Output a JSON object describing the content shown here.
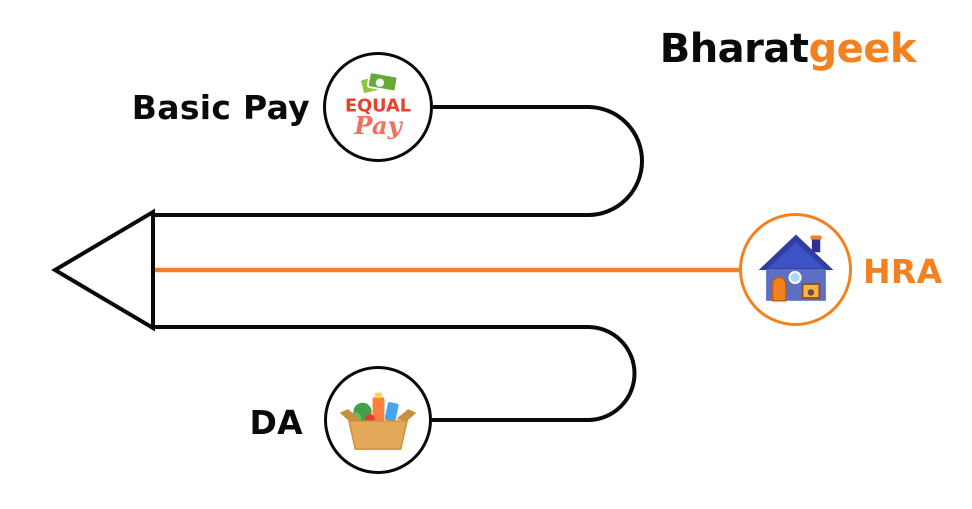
{
  "brand": {
    "text_primary": "Bharat",
    "text_accent": "geek"
  },
  "colors": {
    "accent_orange": "#F4811F",
    "line_black": "#0A0A0A",
    "background": "#FFFFFF"
  },
  "diagram": {
    "labels": {
      "basic_pay": "Basic Pay",
      "hra": "HRA",
      "da": "DA"
    },
    "icons": {
      "basic_pay": "equal-pay-logo-icon",
      "hra": "house-icon",
      "da": "grocery-box-icon",
      "merge": "arrow-left-icon"
    },
    "equal_pay_logo": {
      "word_top": "EQUAL",
      "word_bottom": "Pay"
    }
  }
}
